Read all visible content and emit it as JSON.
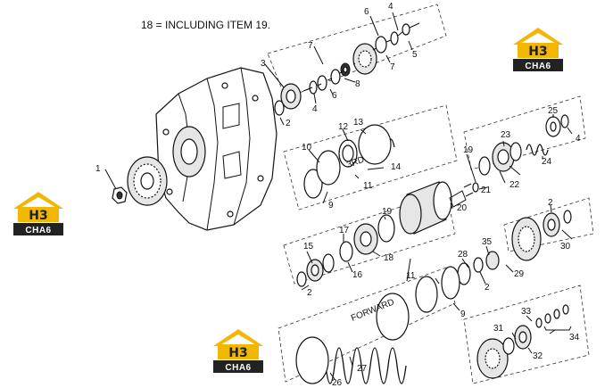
{
  "note": "18 = INCLUDING ITEM 19.",
  "logo": {
    "letters": "H3",
    "brand": "CHA6",
    "colors": {
      "yellow": "#F2B705",
      "dark": "#222222"
    }
  },
  "callouts": {
    "n1": "1",
    "n2a": "2",
    "n2b": "2",
    "n2c": "2",
    "n2d": "2",
    "n3": "3",
    "n4a": "4",
    "n4b": "4",
    "n4c": "4",
    "n5": "5",
    "n6a": "6",
    "n6b": "6",
    "n7a": "7",
    "n7b": "7",
    "n8": "8",
    "n9a": "9",
    "n9b": "9",
    "n10": "10",
    "n11a": "11",
    "n11b": "11",
    "n12": "12",
    "n13": "13",
    "n14": "14",
    "n15": "15",
    "n16": "16",
    "n17": "17",
    "n18": "18",
    "n19a": "19",
    "n19b": "19",
    "n20": "20",
    "n21": "21",
    "n22": "22",
    "n23": "23",
    "n24": "24",
    "n25": "25",
    "n26": "26",
    "n27": "27",
    "n28": "28",
    "n29": "29",
    "n30": "30",
    "n31": "31",
    "n32": "32",
    "n33": "33",
    "n34": "34",
    "n35": "35"
  },
  "labels": {
    "third": "3RD",
    "forward": "FORWARD"
  }
}
